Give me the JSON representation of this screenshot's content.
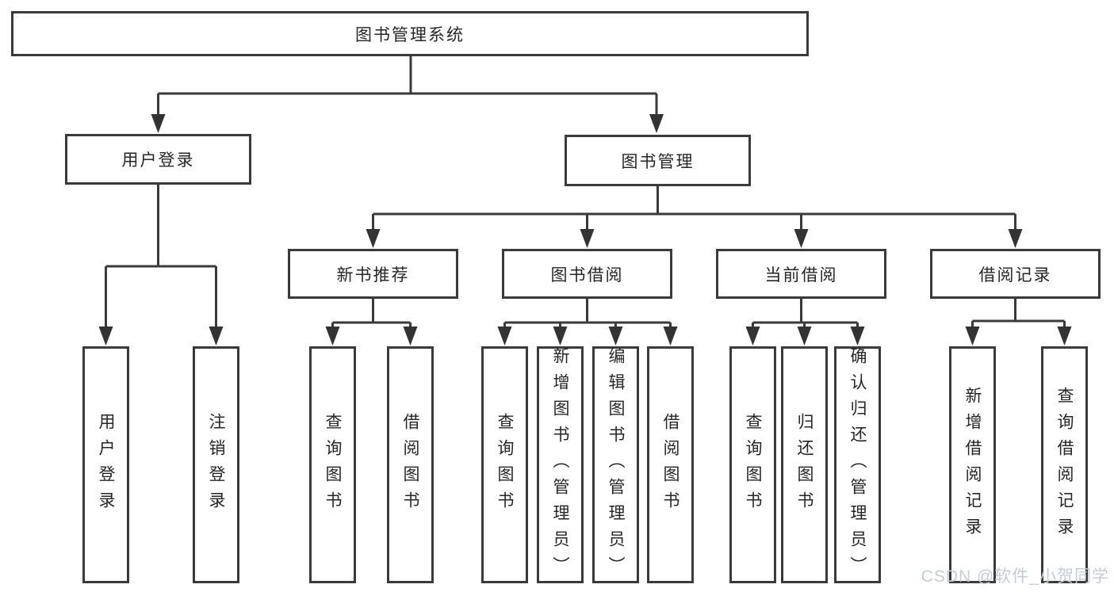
{
  "tree": {
    "label": "图书管理系统",
    "children": [
      {
        "label": "用户登录",
        "children": [
          {
            "label": "用户登录"
          },
          {
            "label": "注销登录"
          }
        ]
      },
      {
        "label": "图书管理",
        "children": [
          {
            "label": "新书推荐",
            "children": [
              {
                "label": "查询图书"
              },
              {
                "label": "借阅图书"
              }
            ]
          },
          {
            "label": "图书借阅",
            "children": [
              {
                "label": "查询图书"
              },
              {
                "label": "新增图书（管理员）"
              },
              {
                "label": "编辑图书（管理员）"
              },
              {
                "label": "借阅图书"
              }
            ]
          },
          {
            "label": "当前借阅",
            "children": [
              {
                "label": "查询图书"
              },
              {
                "label": "归还图书"
              },
              {
                "label": "确认归还（管理员）"
              }
            ]
          },
          {
            "label": "借阅记录",
            "children": [
              {
                "label": "新增借阅记录"
              },
              {
                "label": "查询借阅记录"
              }
            ]
          }
        ]
      }
    ]
  },
  "watermark": {
    "text": "CSDN @软件_小贺同学"
  },
  "colors": {
    "line": "#3a3a3a",
    "text": "#262626",
    "background": "#ffffff",
    "watermark": "#c6ccd4"
  }
}
